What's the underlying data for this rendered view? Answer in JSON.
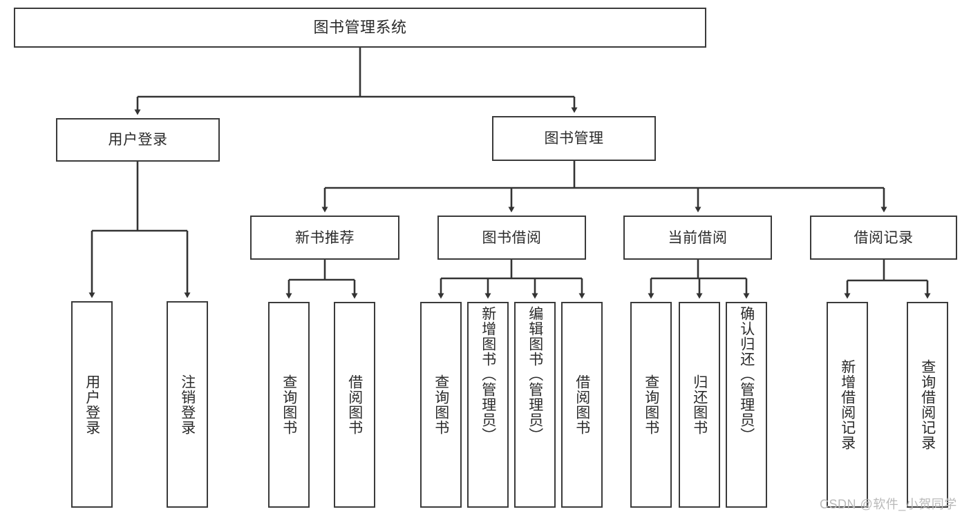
{
  "diagram": {
    "type": "hierarchy-tree",
    "title": "图书管理系统",
    "root": {
      "label": "图书管理系统"
    },
    "level2": [
      {
        "label": "用户登录"
      },
      {
        "label": "图书管理"
      }
    ],
    "level3": [
      {
        "label": "新书推荐"
      },
      {
        "label": "图书借阅"
      },
      {
        "label": "当前借阅"
      },
      {
        "label": "借阅记录"
      }
    ],
    "leaves": {
      "user_login": [
        {
          "label": "用户登录"
        },
        {
          "label": "注销登录"
        }
      ],
      "new_book_recommend": [
        {
          "label": "查询图书"
        },
        {
          "label": "借阅图书"
        }
      ],
      "book_borrow": [
        {
          "label": "查询图书"
        },
        {
          "label": "新增图书（管理员）"
        },
        {
          "label": "编辑图书（管理员）"
        },
        {
          "label": "借阅图书"
        }
      ],
      "current_borrow": [
        {
          "label": "查询图书"
        },
        {
          "label": "归还图书"
        },
        {
          "label": "确认归还（管理员）"
        }
      ],
      "borrow_records": [
        {
          "label": "新增借阅记录"
        },
        {
          "label": "查询借阅记录"
        }
      ]
    },
    "watermark": "CSDN @软件_小贺同学",
    "colors": {
      "stroke": "#3a3a3a",
      "text": "#2b2b2b",
      "background": "#ffffff",
      "watermark": "#b9b9b9"
    }
  }
}
